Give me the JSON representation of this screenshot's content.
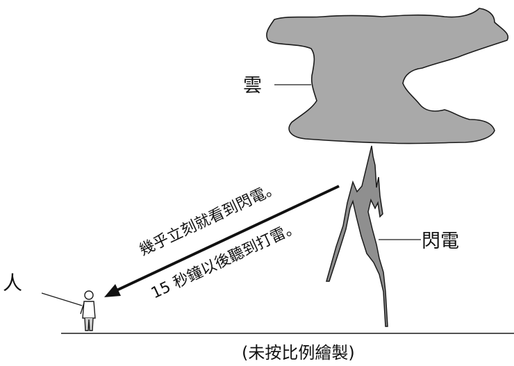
{
  "labels": {
    "cloud": "雲",
    "lightning": "閃電",
    "person": "人",
    "caption": "(未按比例繪製)",
    "arrow_line1": "幾乎立刻就看到閃電。",
    "arrow_line2": "15 秒鐘以後聽到打雷。"
  },
  "colors": {
    "cloud_fill": "#a9a9a9",
    "lightning_fill": "#8f8f8f",
    "outline": "#1a1a1a",
    "text": "#111111"
  }
}
